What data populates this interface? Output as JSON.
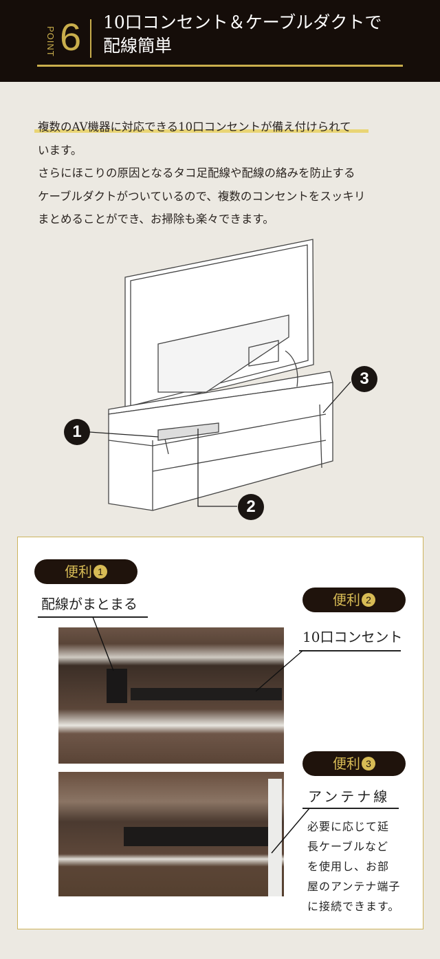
{
  "header": {
    "point_label": "POINT",
    "point_number": "6",
    "title_line1": "10口コンセント＆ケーブルダクトで",
    "title_line2": "配線簡単"
  },
  "intro": {
    "lines": [
      "複数のAV機器に対応できる10口コンセントが備え付けられて",
      "います。",
      "さらにほこりの原因となるタコ足配線や配線の絡みを防止する",
      "ケーブルダクトがついているので、複数のコンセントをスッキリ",
      "まとめることができ、お掃除も楽々できます。"
    ]
  },
  "diagram": {
    "markers": [
      "1",
      "2",
      "3"
    ]
  },
  "features": [
    {
      "badge": "便利",
      "num": "1",
      "label": "配線がまとまる"
    },
    {
      "badge": "便利",
      "num": "2",
      "label": "10口コンセント"
    },
    {
      "badge": "便利",
      "num": "3",
      "label": "アンテナ線",
      "description": [
        "必要に応じて延",
        "長ケーブルなど",
        "を使用し、お部",
        "屋のアンテナ端子",
        "に接続できます。"
      ]
    }
  ],
  "colors": {
    "dark": "#150d09",
    "gold": "#c9ae4c",
    "bg": "#ece9e2"
  }
}
